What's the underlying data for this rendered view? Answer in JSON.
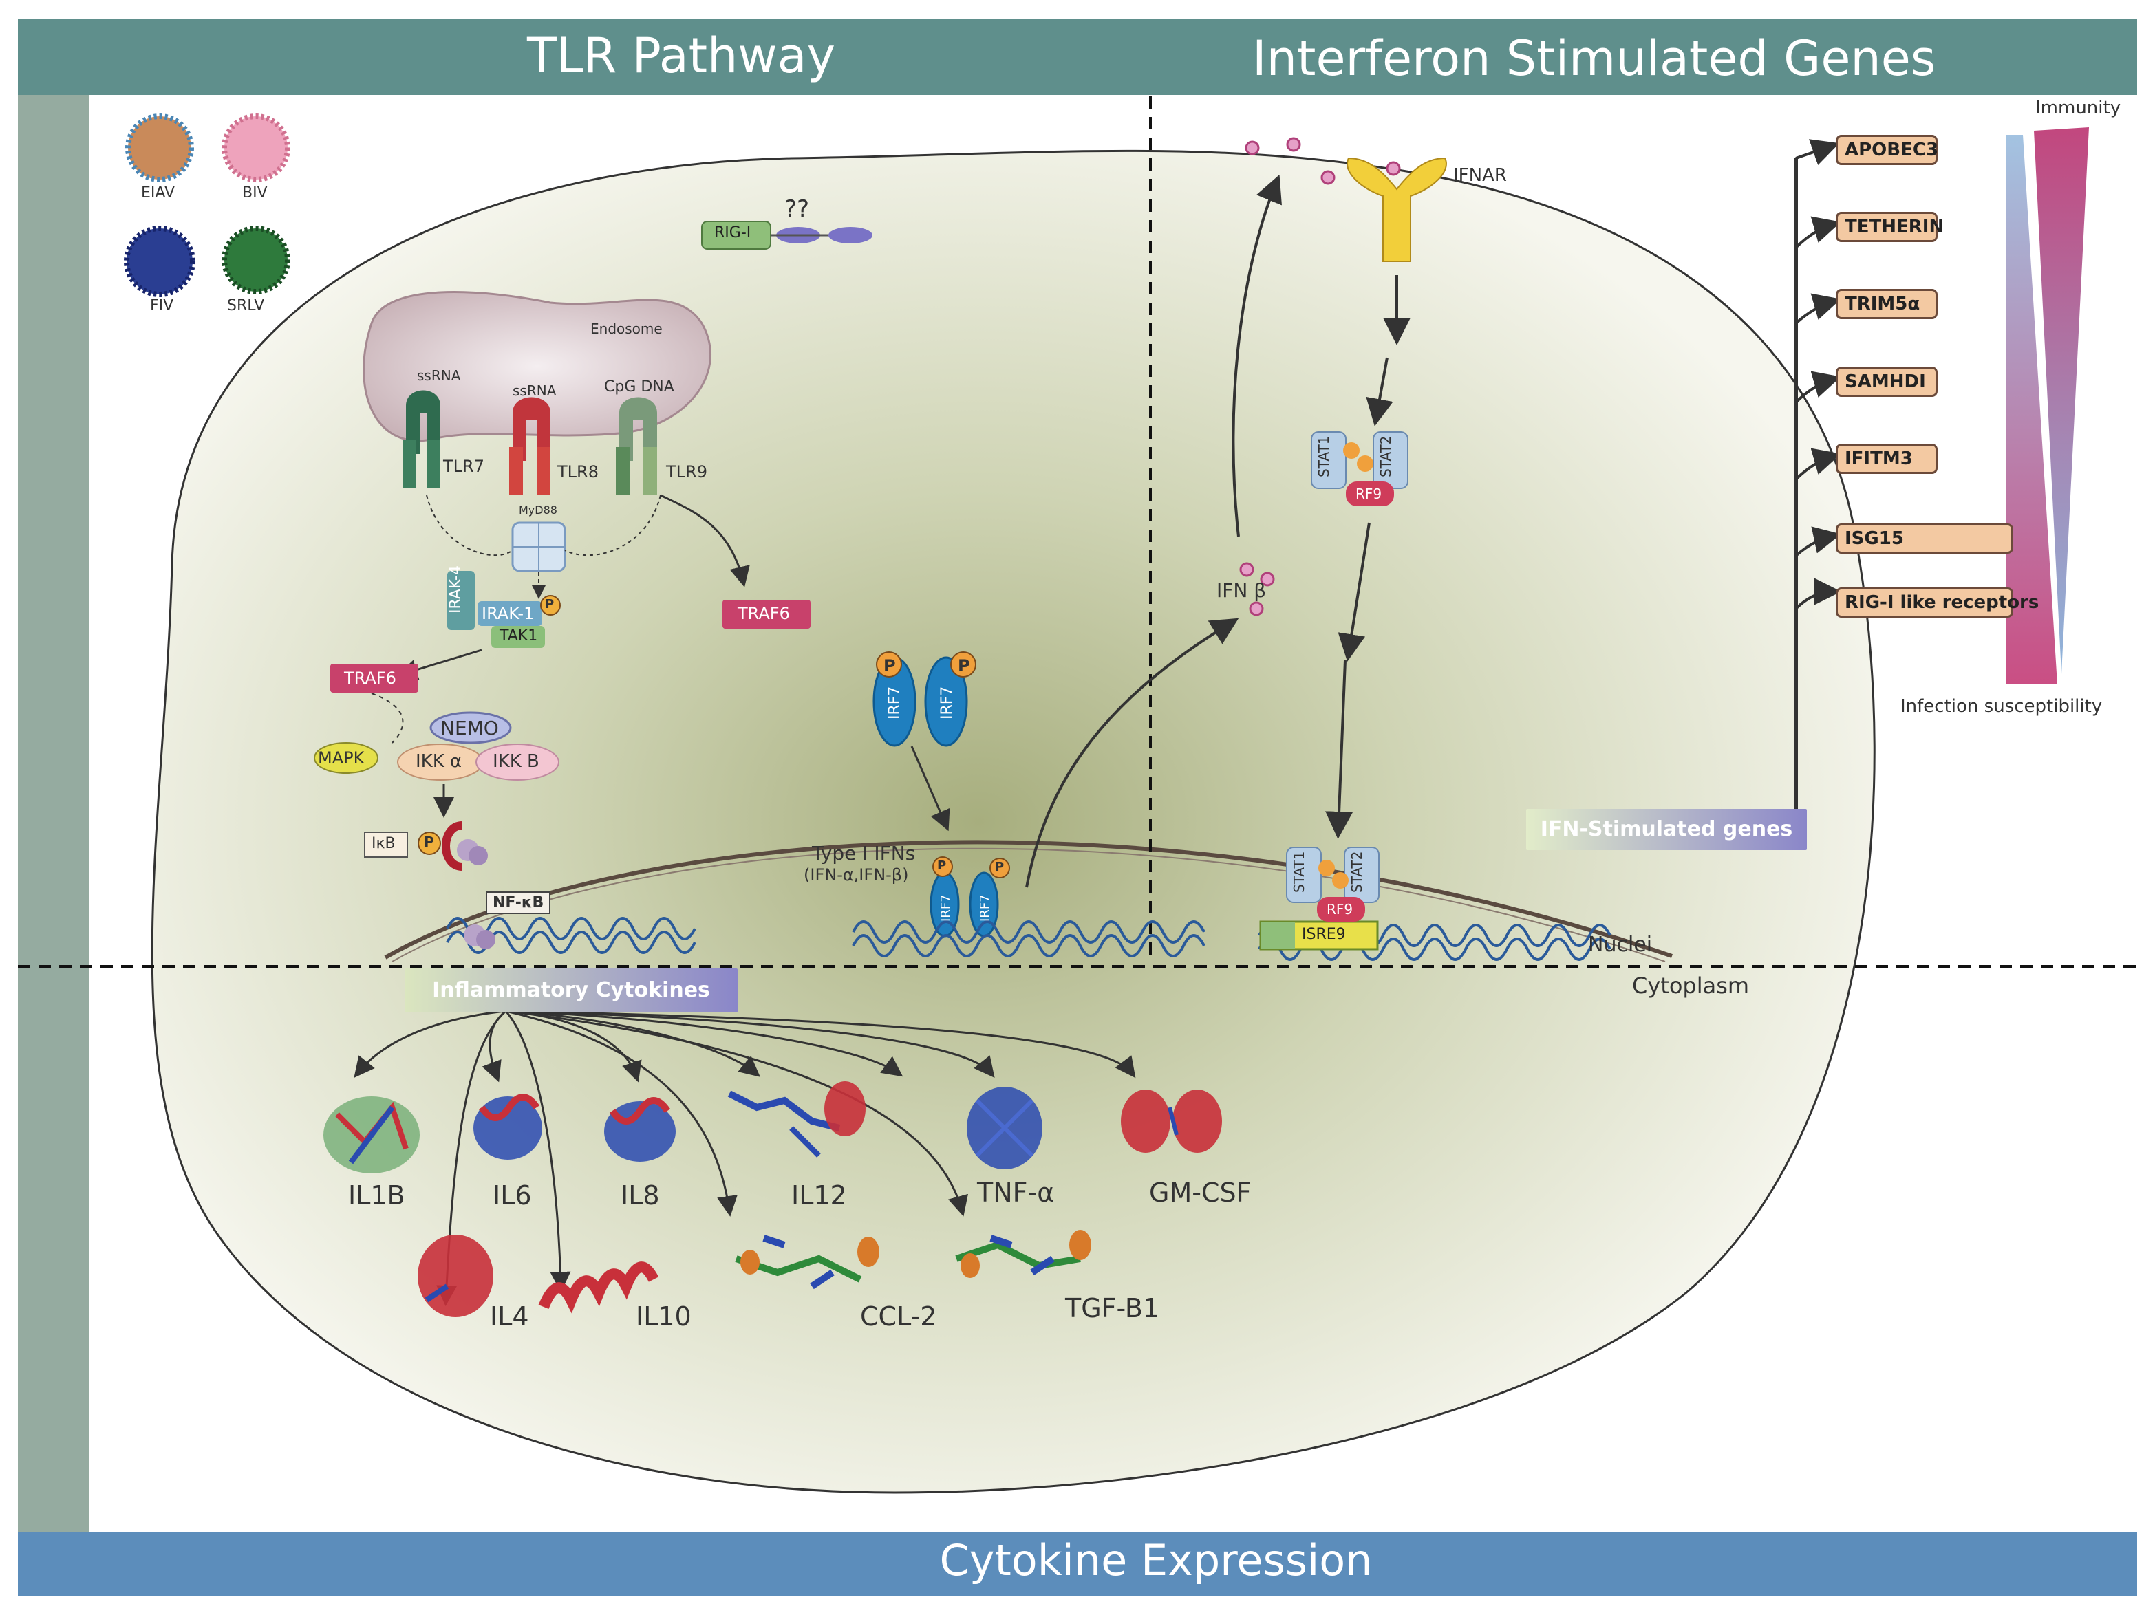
{
  "headers": {
    "tlr": "TLR Pathway",
    "isg": "Interferon Stimulated Genes",
    "cytokine": "Cytokine Expression"
  },
  "viruses": [
    "EIAV",
    "BIV",
    "FIV",
    "SRLV"
  ],
  "tlr": {
    "rigi": "RIG-I",
    "question": "??",
    "endosome": "Endosome",
    "ligands": [
      "ssRNA",
      "ssRNA",
      "CpG DNA"
    ],
    "receptors": [
      "TLR7",
      "TLR8",
      "TLR9"
    ],
    "myd88": "MyD88",
    "irak4": "IRAK-4",
    "irak1": "IRAK-1",
    "tak1": "TAK1",
    "traf6_left": "TRAF6",
    "traf6_right": "TRAF6",
    "nemo": "NEMO",
    "mapk": "MAPK",
    "ikka": "IKK α",
    "ikkb": "IKK B",
    "ikb": "IκB",
    "nfkb": "NF-κB",
    "irf7": "IRF7",
    "p": "P",
    "type1_ifns": "Type I IFNs",
    "type1_ifns_sub": "(IFN-α,IFN-β)"
  },
  "isg": {
    "ifnar": "IFNAR",
    "ifnb": "IFN β",
    "stat1": "STAT1",
    "stat2": "STAT2",
    "rf9": "RF9",
    "isre9": "ISRE9",
    "ifn_stimulated_genes": "IFN-Stimulated genes",
    "genes": [
      "APOBEC3",
      "TETHERIN",
      "TRIM5α",
      "SAMHDI",
      "IFITM3",
      "ISG15",
      "RIG-I like receptors"
    ],
    "immunity": "Immunity",
    "infection_susceptibility": "Infection susceptibility",
    "nuclei": "Nuclei",
    "cytoplasm": "Cytoplasm"
  },
  "cytokines": {
    "inflammatory": "Inflammatory Cytokines",
    "row1": [
      "IL1B",
      "IL6",
      "IL8",
      "IL12",
      "TNF-α",
      "GM-CSF"
    ],
    "row2": [
      "IL4",
      "IL10",
      "CCL-2",
      "TGF-B1"
    ]
  },
  "colors": {
    "header_band": "#5f8f8c",
    "left_band": "#95aba0",
    "bottom_band": "#5c8dbb",
    "traf6": "#c8416b",
    "irf7": "#1f7fbf",
    "gene_box": "#f3c9a2",
    "stat": "#b7cfe6",
    "rf9": "#cf3c5a"
  }
}
